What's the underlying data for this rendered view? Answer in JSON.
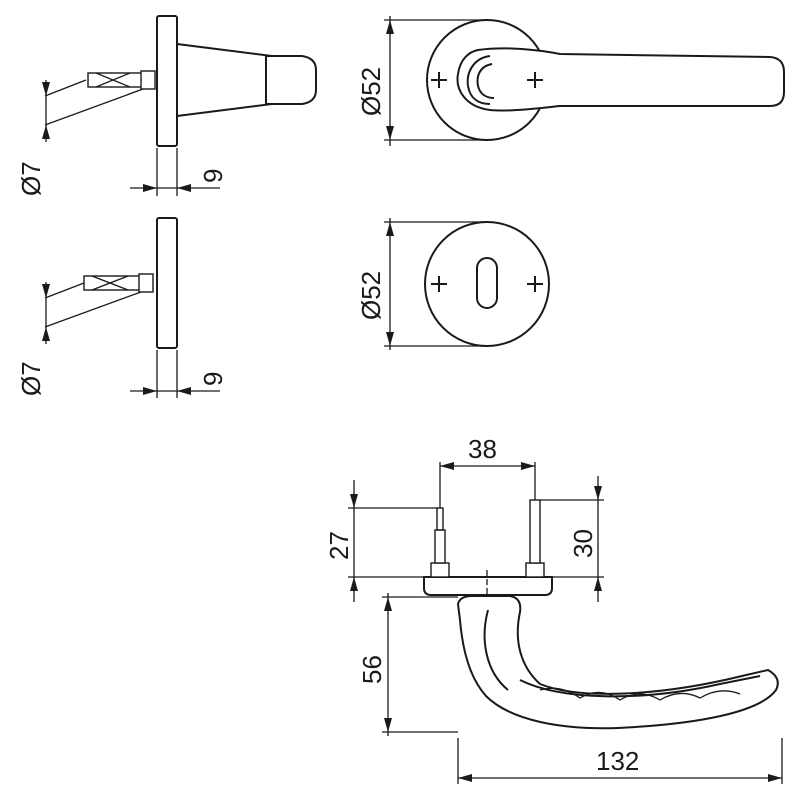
{
  "dimensions": {
    "top_side_pin_diameter": "Ø7",
    "top_side_rose_thickness": "9",
    "top_front_rose_diameter": "Ø52",
    "bottom_side_pin_diameter": "Ø7",
    "bottom_side_rose_thickness": "9",
    "bottom_front_rose_diameter": "Ø52",
    "pin_spacing": "38",
    "left_pin_height": "27",
    "right_pin_height": "30",
    "handle_drop": "56",
    "handle_length": "132"
  },
  "colors": {
    "line": "#1a1a1a",
    "background": "#ffffff"
  }
}
